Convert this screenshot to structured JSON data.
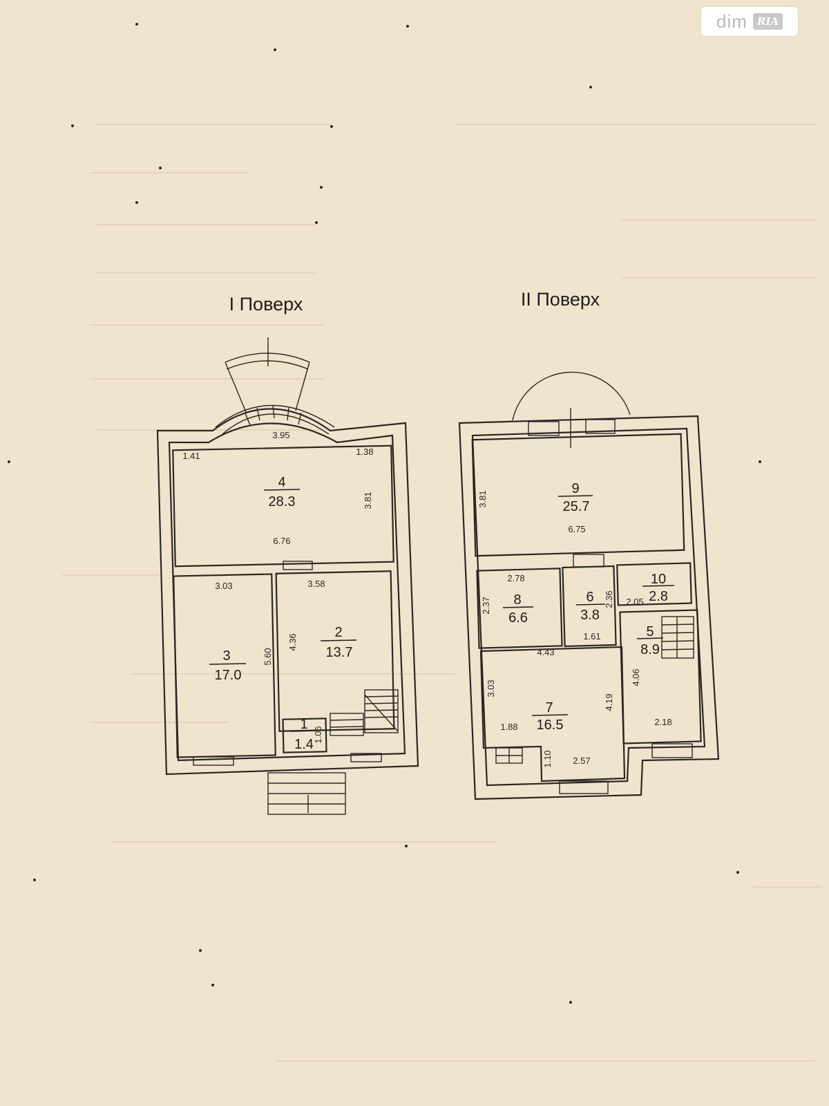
{
  "watermark": {
    "brand": "dim",
    "badge": "RIA"
  },
  "floors": [
    {
      "id": "floor-1",
      "title": "I Поверх",
      "rooms": [
        {
          "number": "4",
          "area": "28.3"
        },
        {
          "number": "3",
          "area": "17.0"
        },
        {
          "number": "2",
          "area": "13.7"
        },
        {
          "number": "1",
          "area": "1.4"
        }
      ],
      "dimensions": [
        "3.95",
        "1.41",
        "1.38",
        "3.81",
        "6.76",
        "3.03",
        "3.58",
        "4.36",
        "5.60",
        "1.06"
      ]
    },
    {
      "id": "floor-2",
      "title": "II Поверх",
      "rooms": [
        {
          "number": "9",
          "area": "25.7"
        },
        {
          "number": "8",
          "area": "6.6"
        },
        {
          "number": "6",
          "area": "3.8"
        },
        {
          "number": "10",
          "area": "2.8"
        },
        {
          "number": "5",
          "area": "8.9"
        },
        {
          "number": "7",
          "area": "16.5"
        }
      ],
      "dimensions": [
        "3.81",
        "6.75",
        "2.78",
        "2.37",
        "2.36",
        "2.05",
        "1.61",
        "4.43",
        "3.03",
        "4.19",
        "4.06",
        "1.88",
        "1.10",
        "2.57",
        "2.18"
      ]
    }
  ]
}
